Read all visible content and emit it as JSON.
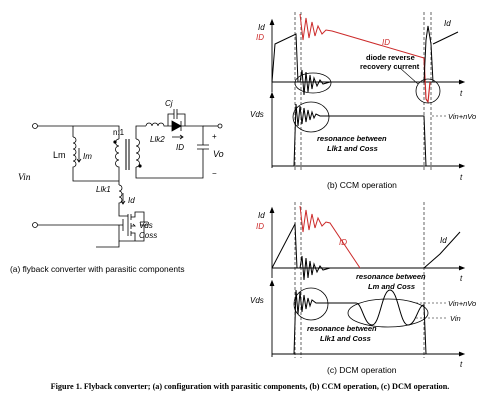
{
  "figure": {
    "caption": "Figure 1. Flyback converter; (a) configuration with parasitic components, (b) CCM operation, (c) DCM operation."
  },
  "circuit": {
    "label": "(a) flyback converter with parasitic components",
    "vin": "Vin",
    "lm": "Lm",
    "im": "Im",
    "turns": "n:1",
    "llk2": "Llk2",
    "cj": "Cj",
    "id": "ID",
    "vo": "Vo",
    "llk1": "Llk1",
    "id_primary": "Id",
    "vds": "Vds",
    "coss": "Coss",
    "plus": "+",
    "minus": "−"
  },
  "ccm": {
    "label": "(b) CCM operation",
    "id_label": "Id",
    "id_red_label": "ID",
    "id_red_mid": "ID",
    "id_right": "Id",
    "vds_label": "Vds",
    "level": "Vin+nVo",
    "diode_note_1": "diode reverse",
    "diode_note_2": "recovery current",
    "resonance_1": "resonance between",
    "resonance_2": "Llk1 and Coss",
    "t1": "t",
    "t2": "t"
  },
  "dcm": {
    "label": "(c) DCM operation",
    "id_label": "Id",
    "id_red_label": "ID",
    "id_red_mid": "ID",
    "id_right": "Id",
    "vds_label": "Vds",
    "level1": "Vin+nVo",
    "level2": "Vin",
    "res_a_1": "resonance between",
    "res_a_2": "Lm and Coss",
    "res_b_1": "resonance between",
    "res_b_2": "Llk1 and Coss",
    "t1": "t",
    "t2": "t"
  },
  "colors": {
    "red": "#cc2b2b",
    "black": "#000000"
  }
}
